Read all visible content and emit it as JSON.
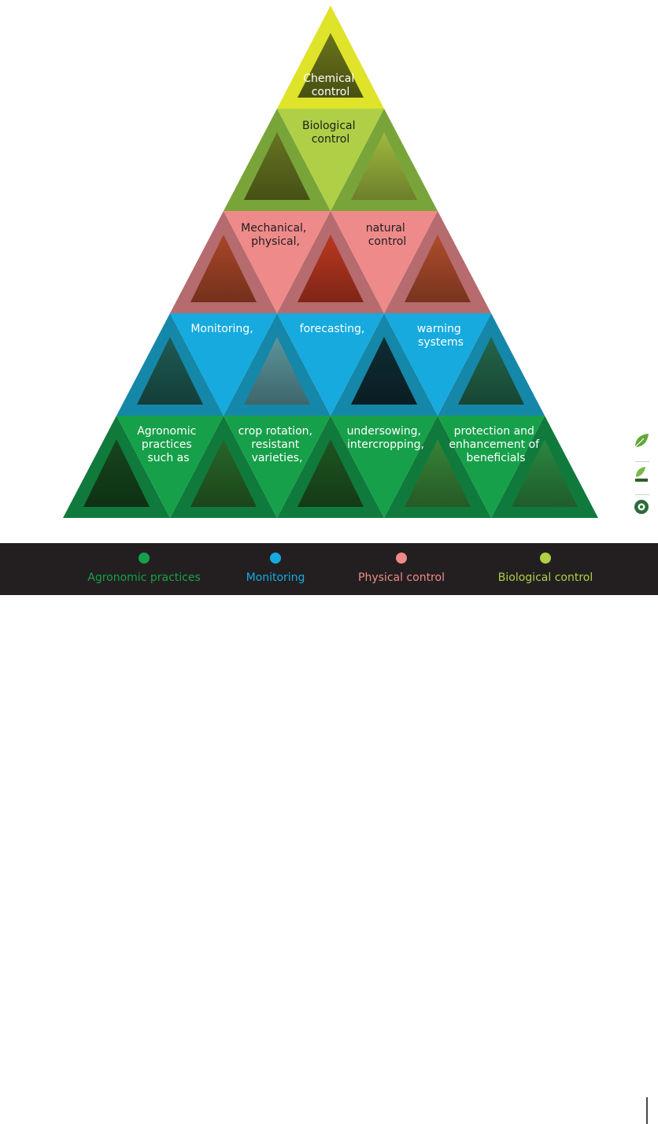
{
  "colors": {
    "chemical": "#dfe32a",
    "biological": "#afd046",
    "physical": "#ef8a8a",
    "monitoring": "#16aadf",
    "agronomic": "#17a04a",
    "legend_bg": "#231f20"
  },
  "pyramid": {
    "level_chemical": {
      "lines": [
        "Chemical",
        "control"
      ]
    },
    "level_biological": {
      "lines": [
        "Biological",
        "control"
      ]
    },
    "level_physical": {
      "part1": [
        "Mechanical,",
        "physical,"
      ],
      "part2": [
        "natural",
        "control"
      ]
    },
    "level_monitoring": {
      "part1": [
        "Monitoring,"
      ],
      "part2": [
        "forecasting,"
      ],
      "part3": [
        "warning",
        "systems"
      ]
    },
    "level_agronomic": {
      "part1": [
        "Agronomic",
        "practices",
        "such as"
      ],
      "part2": [
        "crop rotation,",
        "resistant",
        "varieties,"
      ],
      "part3": [
        "undersowing,",
        "intercropping,"
      ],
      "part4": [
        "protection and",
        "enhancement of",
        "beneficials"
      ]
    }
  },
  "legend": [
    {
      "label": "Agronomic practices",
      "color": "#17a04a"
    },
    {
      "label": "Monitoring",
      "color": "#16aadf"
    },
    {
      "label": "Physical control",
      "color": "#ef8a8a"
    },
    {
      "label": "Biological control",
      "color": "#afd046"
    }
  ],
  "logos": [
    "leaf-logo",
    "iema-logo",
    "ladybird-logo"
  ]
}
